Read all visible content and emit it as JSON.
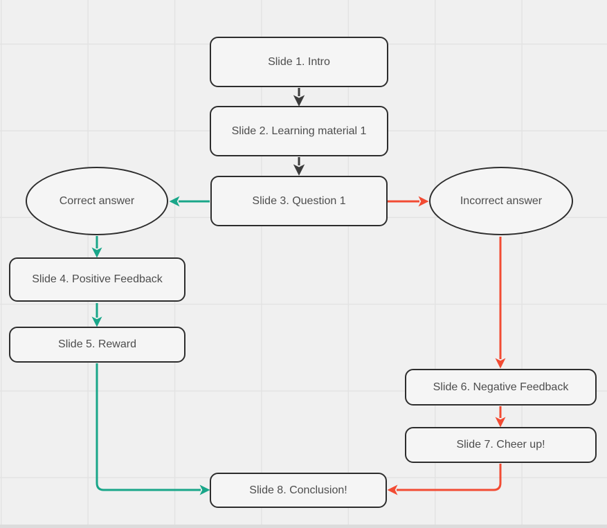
{
  "diagram": {
    "type": "flowchart",
    "nodes": [
      {
        "id": "slide1",
        "label": "Slide 1. Intro",
        "shape": "rect"
      },
      {
        "id": "slide2",
        "label": "Slide 2. Learning material 1",
        "shape": "rect"
      },
      {
        "id": "slide3",
        "label": "Slide 3. Question 1",
        "shape": "rect"
      },
      {
        "id": "correct",
        "label": "Correct answer",
        "shape": "ellipse"
      },
      {
        "id": "incorrect",
        "label": "Incorrect answer",
        "shape": "ellipse"
      },
      {
        "id": "slide4",
        "label": "Slide 4. Positive Feedback",
        "shape": "rect"
      },
      {
        "id": "slide5",
        "label": "Slide 5. Reward",
        "shape": "rect"
      },
      {
        "id": "slide6",
        "label": "Slide 6. Negative Feedback",
        "shape": "rect"
      },
      {
        "id": "slide7",
        "label": "Slide 7. Cheer up!",
        "shape": "rect"
      },
      {
        "id": "slide8",
        "label": "Slide 8. Conclusion!",
        "shape": "rect"
      }
    ],
    "edges": [
      {
        "from": "slide1",
        "to": "slide2",
        "color": "dark"
      },
      {
        "from": "slide2",
        "to": "slide3",
        "color": "dark"
      },
      {
        "from": "slide3",
        "to": "correct",
        "color": "teal"
      },
      {
        "from": "slide3",
        "to": "incorrect",
        "color": "red"
      },
      {
        "from": "correct",
        "to": "slide4",
        "color": "teal"
      },
      {
        "from": "slide4",
        "to": "slide5",
        "color": "teal"
      },
      {
        "from": "slide5",
        "to": "slide8",
        "color": "teal"
      },
      {
        "from": "incorrect",
        "to": "slide6",
        "color": "red"
      },
      {
        "from": "slide6",
        "to": "slide7",
        "color": "red"
      },
      {
        "from": "slide7",
        "to": "slide8",
        "color": "red"
      }
    ]
  },
  "colors": {
    "canvas-bg": "#f0f0f0",
    "grid-line": "#e3e3e3",
    "edge-strip": "#dcdcdc",
    "node-fill": "#f5f5f5",
    "node-border": "#2d2d2d",
    "text": "#4d4d4d",
    "teal": "#19a689",
    "red": "#f24b33",
    "dark": "#3b3b3b"
  }
}
